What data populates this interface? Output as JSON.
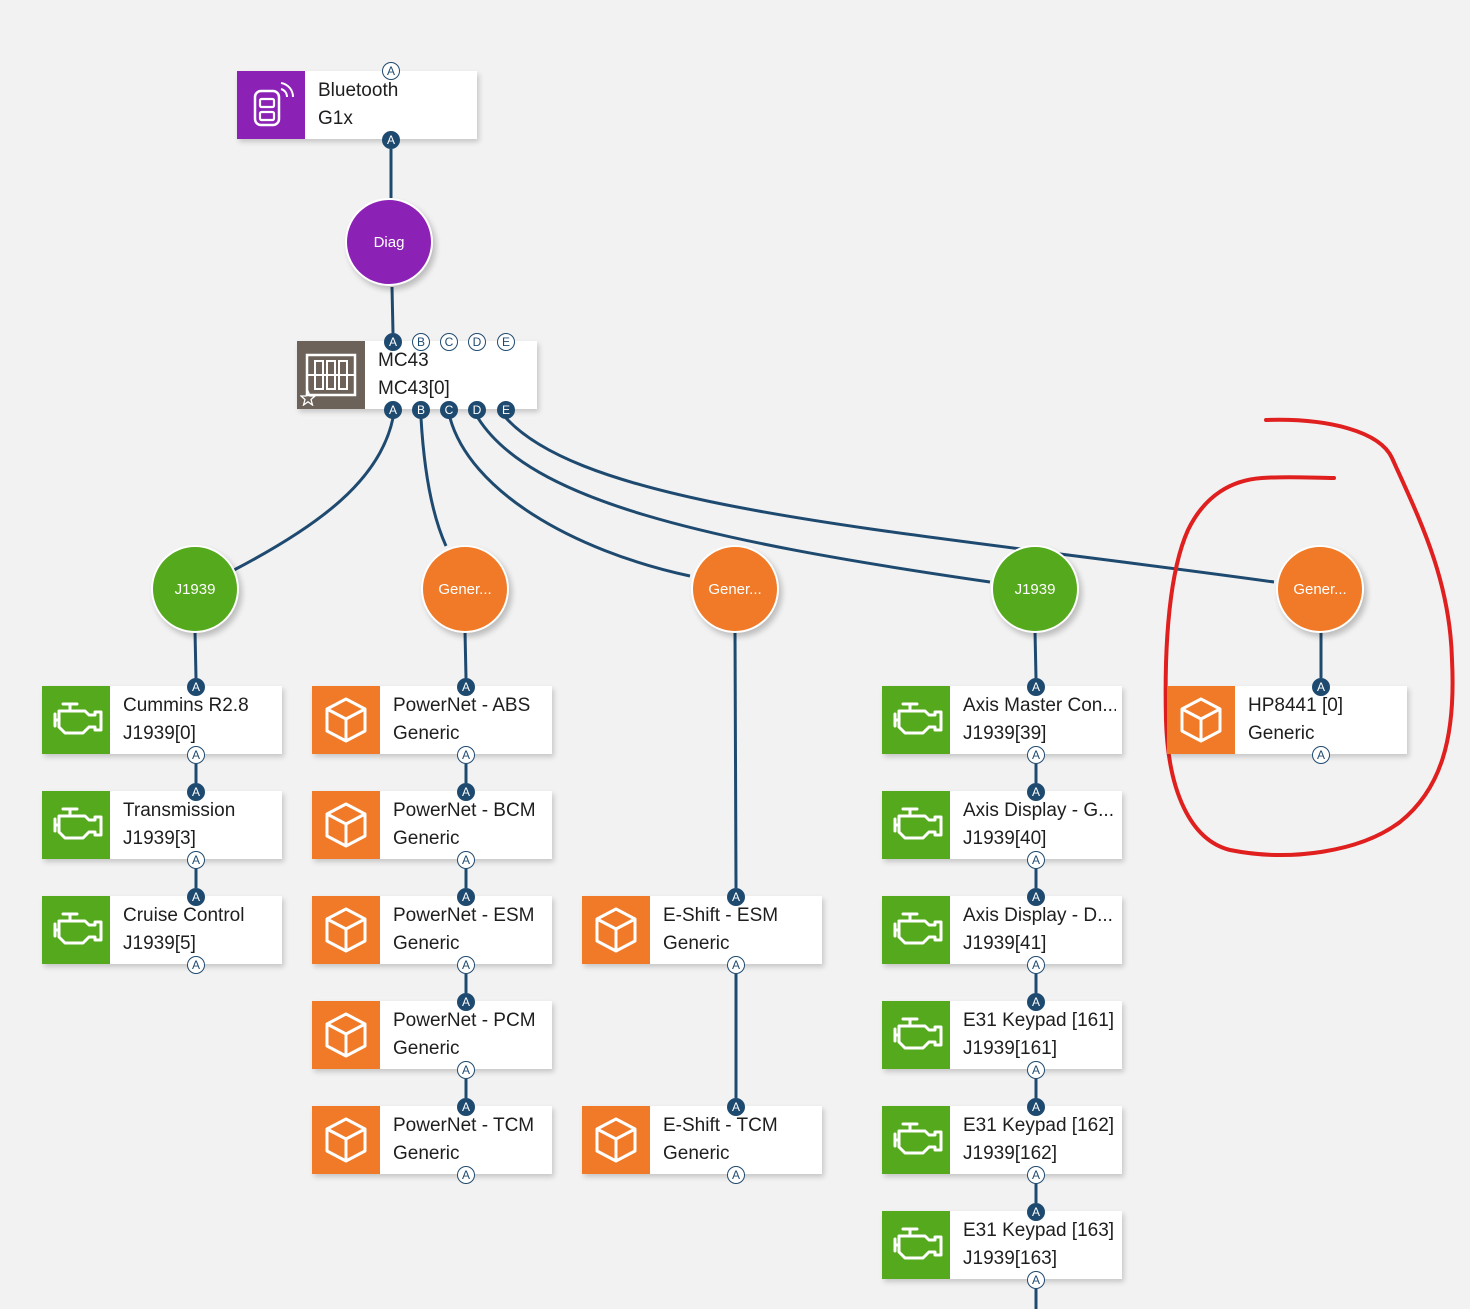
{
  "colors": {
    "purple": "#8b22b5",
    "gray": "#6d6259",
    "green": "#55a91c",
    "orange": "#f07a27",
    "wire": "#1f4a70",
    "annotation": "#e01f1f"
  },
  "port_labels": {
    "a": "A",
    "b": "B",
    "c": "C",
    "d": "D",
    "e": "E"
  },
  "devices": {
    "bluetooth": {
      "name": "Bluetooth",
      "type": "G1x",
      "icon": "bluetooth-adapter-icon"
    },
    "mc43": {
      "name": "MC43",
      "type": "MC43[0]",
      "icon": "controller-module-icon",
      "badge": "star-icon"
    }
  },
  "hubs": {
    "diag": "Diag",
    "j1939_a": "J1939",
    "generic_a": "Gener...",
    "generic_b": "Gener...",
    "j1939_b": "J1939",
    "generic_c": "Gener..."
  },
  "nodes": {
    "cummins": {
      "name": "Cummins R2.8",
      "proto": "J1939[0]",
      "icon": "engine-icon"
    },
    "transmission": {
      "name": "Transmission",
      "proto": "J1939[3]",
      "icon": "engine-icon"
    },
    "cruise": {
      "name": "Cruise Control",
      "proto": "J1939[5]",
      "icon": "engine-icon"
    },
    "pn_abs": {
      "name": "PowerNet - ABS",
      "proto": "Generic",
      "icon": "cube-icon"
    },
    "pn_bcm": {
      "name": "PowerNet - BCM",
      "proto": "Generic",
      "icon": "cube-icon"
    },
    "pn_esm": {
      "name": "PowerNet - ESM",
      "proto": "Generic",
      "icon": "cube-icon"
    },
    "pn_pcm": {
      "name": "PowerNet - PCM",
      "proto": "Generic",
      "icon": "cube-icon"
    },
    "pn_tcm": {
      "name": "PowerNet - TCM",
      "proto": "Generic",
      "icon": "cube-icon"
    },
    "es_esm": {
      "name": "E-Shift - ESM",
      "proto": "Generic",
      "icon": "cube-icon"
    },
    "es_tcm": {
      "name": "E-Shift - TCM",
      "proto": "Generic",
      "icon": "cube-icon"
    },
    "axis_master": {
      "name": "Axis Master Con...",
      "proto": "J1939[39]",
      "icon": "engine-icon"
    },
    "axis_disp_g": {
      "name": "Axis Display - G...",
      "proto": "J1939[40]",
      "icon": "engine-icon"
    },
    "axis_disp_d": {
      "name": "Axis Display - D...",
      "proto": "J1939[41]",
      "icon": "engine-icon"
    },
    "e31_161": {
      "name": "E31 Keypad [161]",
      "proto": "J1939[161]",
      "icon": "engine-icon"
    },
    "e31_162": {
      "name": "E31 Keypad [162]",
      "proto": "J1939[162]",
      "icon": "engine-icon"
    },
    "e31_163": {
      "name": "E31 Keypad [163]",
      "proto": "J1939[163]",
      "icon": "engine-icon"
    },
    "hp8441": {
      "name": "HP8441 [0]",
      "proto": "Generic",
      "icon": "cube-icon"
    }
  }
}
